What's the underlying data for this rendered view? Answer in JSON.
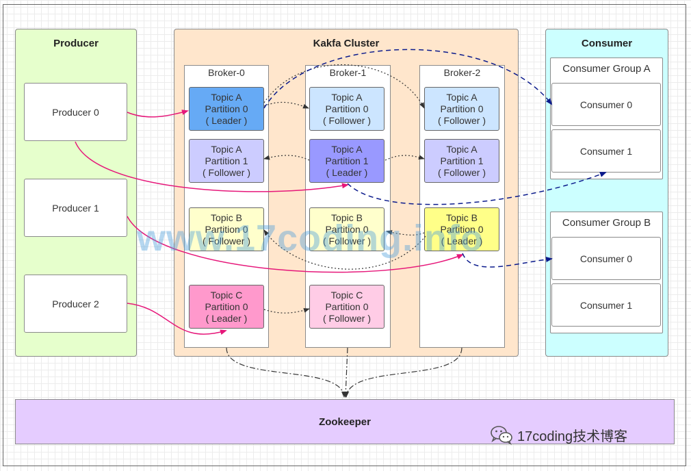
{
  "producer": {
    "title": "Producer",
    "items": [
      "Producer 0",
      "Producer 1",
      "Producer 2"
    ]
  },
  "cluster": {
    "title": "Kakfa Cluster",
    "brokers": [
      {
        "name": "Broker-0",
        "partitions": [
          {
            "topic": "Topic A",
            "partition": "Partition 0",
            "role": "( Leader )"
          },
          {
            "topic": "Topic A",
            "partition": "Partition 1",
            "role": "( Follower )"
          },
          {
            "topic": "Topic B",
            "partition": "Partition 0",
            "role": "( Follower )"
          },
          {
            "topic": "Topic C",
            "partition": "Partition 0",
            "role": "( Leader )"
          }
        ]
      },
      {
        "name": "Broker-1",
        "partitions": [
          {
            "topic": "Topic A",
            "partition": "Partition 0",
            "role": "( Follower )"
          },
          {
            "topic": "Topic A",
            "partition": "Partition 1",
            "role": "( Leader )"
          },
          {
            "topic": "Topic B",
            "partition": "Partition 0",
            "role": "( Follower )"
          },
          {
            "topic": "Topic C",
            "partition": "Partition 0",
            "role": "( Follower )"
          }
        ]
      },
      {
        "name": "Broker-2",
        "partitions": [
          {
            "topic": "Topic A",
            "partition": "Partition 0",
            "role": "( Follower )"
          },
          {
            "topic": "Topic A",
            "partition": "Partition 1",
            "role": "( Follower )"
          },
          {
            "topic": "Topic B",
            "partition": "Partition 0",
            "role": "( Leader )"
          }
        ]
      }
    ]
  },
  "consumer": {
    "title": "Consumer",
    "groups": [
      {
        "name": "Consumer Group A",
        "consumers": [
          "Consumer 0",
          "Consumer 1"
        ]
      },
      {
        "name": "Consumer Group B",
        "consumers": [
          "Consumer 0",
          "Consumer 1"
        ]
      }
    ]
  },
  "zookeeper": {
    "label": "Zookeeper"
  },
  "watermark": {
    "text": "www.17coding.info"
  },
  "wechat": {
    "text": "17coding技术博客",
    "icon": "wechat-icon"
  },
  "colors": {
    "producer_panel": "#e6ffcc",
    "cluster_panel": "#ffe6cc",
    "consumer_panel": "#ccffff",
    "zookeeper": "#e5ccff",
    "topic_a_p0_leader": "#66aaf5",
    "topic_a_p0_follower": "#cce5ff",
    "topic_a_p1_leader": "#9999ff",
    "topic_a_p1_follower": "#ccccff",
    "topic_b_leader": "#ffff88",
    "topic_b_follower": "#ffffcc",
    "topic_c_leader": "#ff99cc",
    "topic_c_follower": "#ffcce6",
    "producer_arrow": "#e6177a",
    "consumer_arrow": "#0a1a8c"
  }
}
